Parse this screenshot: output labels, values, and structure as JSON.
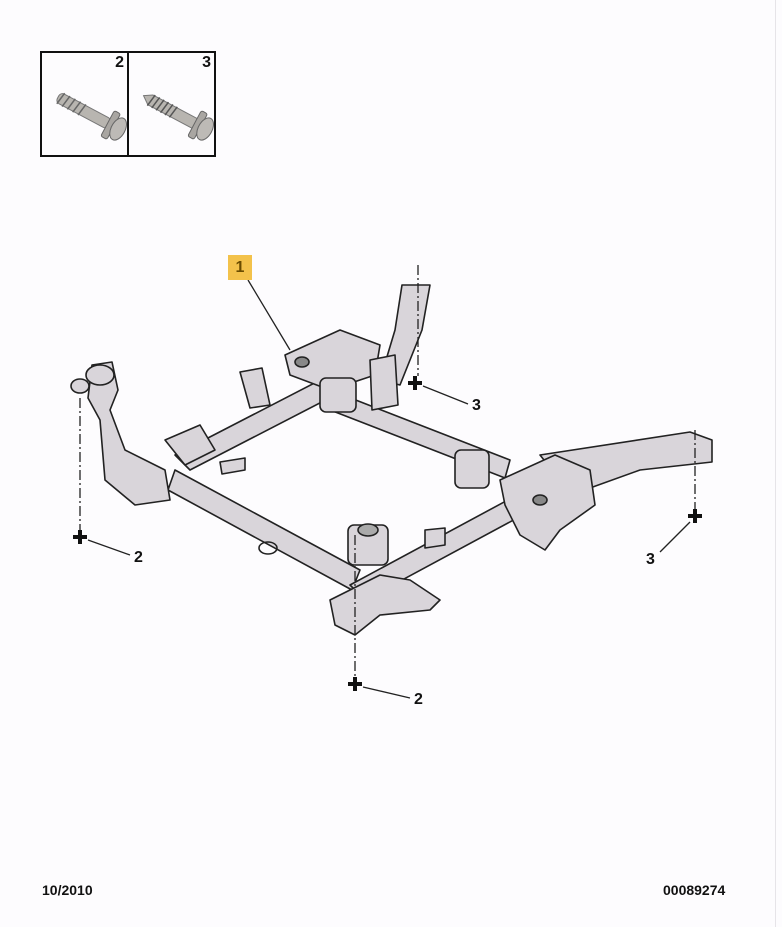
{
  "legend": [
    {
      "number": "2",
      "part": "bolt"
    },
    {
      "number": "3",
      "part": "screw"
    }
  ],
  "callouts": {
    "main_part": "1",
    "bolt_left": "2",
    "bolt_bottom": "2",
    "screw_top": "3",
    "screw_right": "3"
  },
  "colors": {
    "highlight": "#f3c24b",
    "part_fill": "#d9d5da",
    "outline": "#222222"
  },
  "footer": {
    "date": "10/2010",
    "reference": "00089274"
  }
}
